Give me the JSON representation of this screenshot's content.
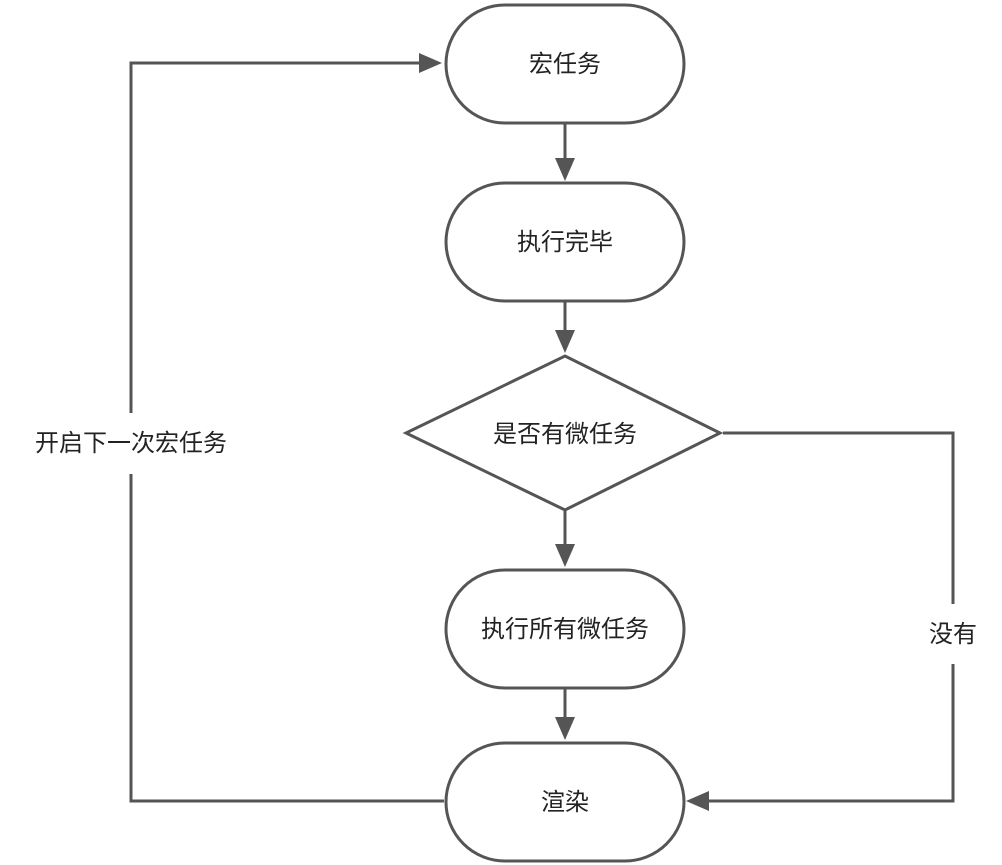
{
  "colors": {
    "line": "#555555",
    "node_fill": "#ffffff",
    "text": "#222222",
    "background": "#ffffff"
  },
  "nodes": {
    "macro_task": "宏任务",
    "execute_done": "执行完毕",
    "has_micro_tasks": "是否有微任务",
    "execute_all_micro": "执行所有微任务",
    "render": "渲染"
  },
  "edge_labels": {
    "none": "没有",
    "next_macro": "开启下一次宏任务"
  }
}
